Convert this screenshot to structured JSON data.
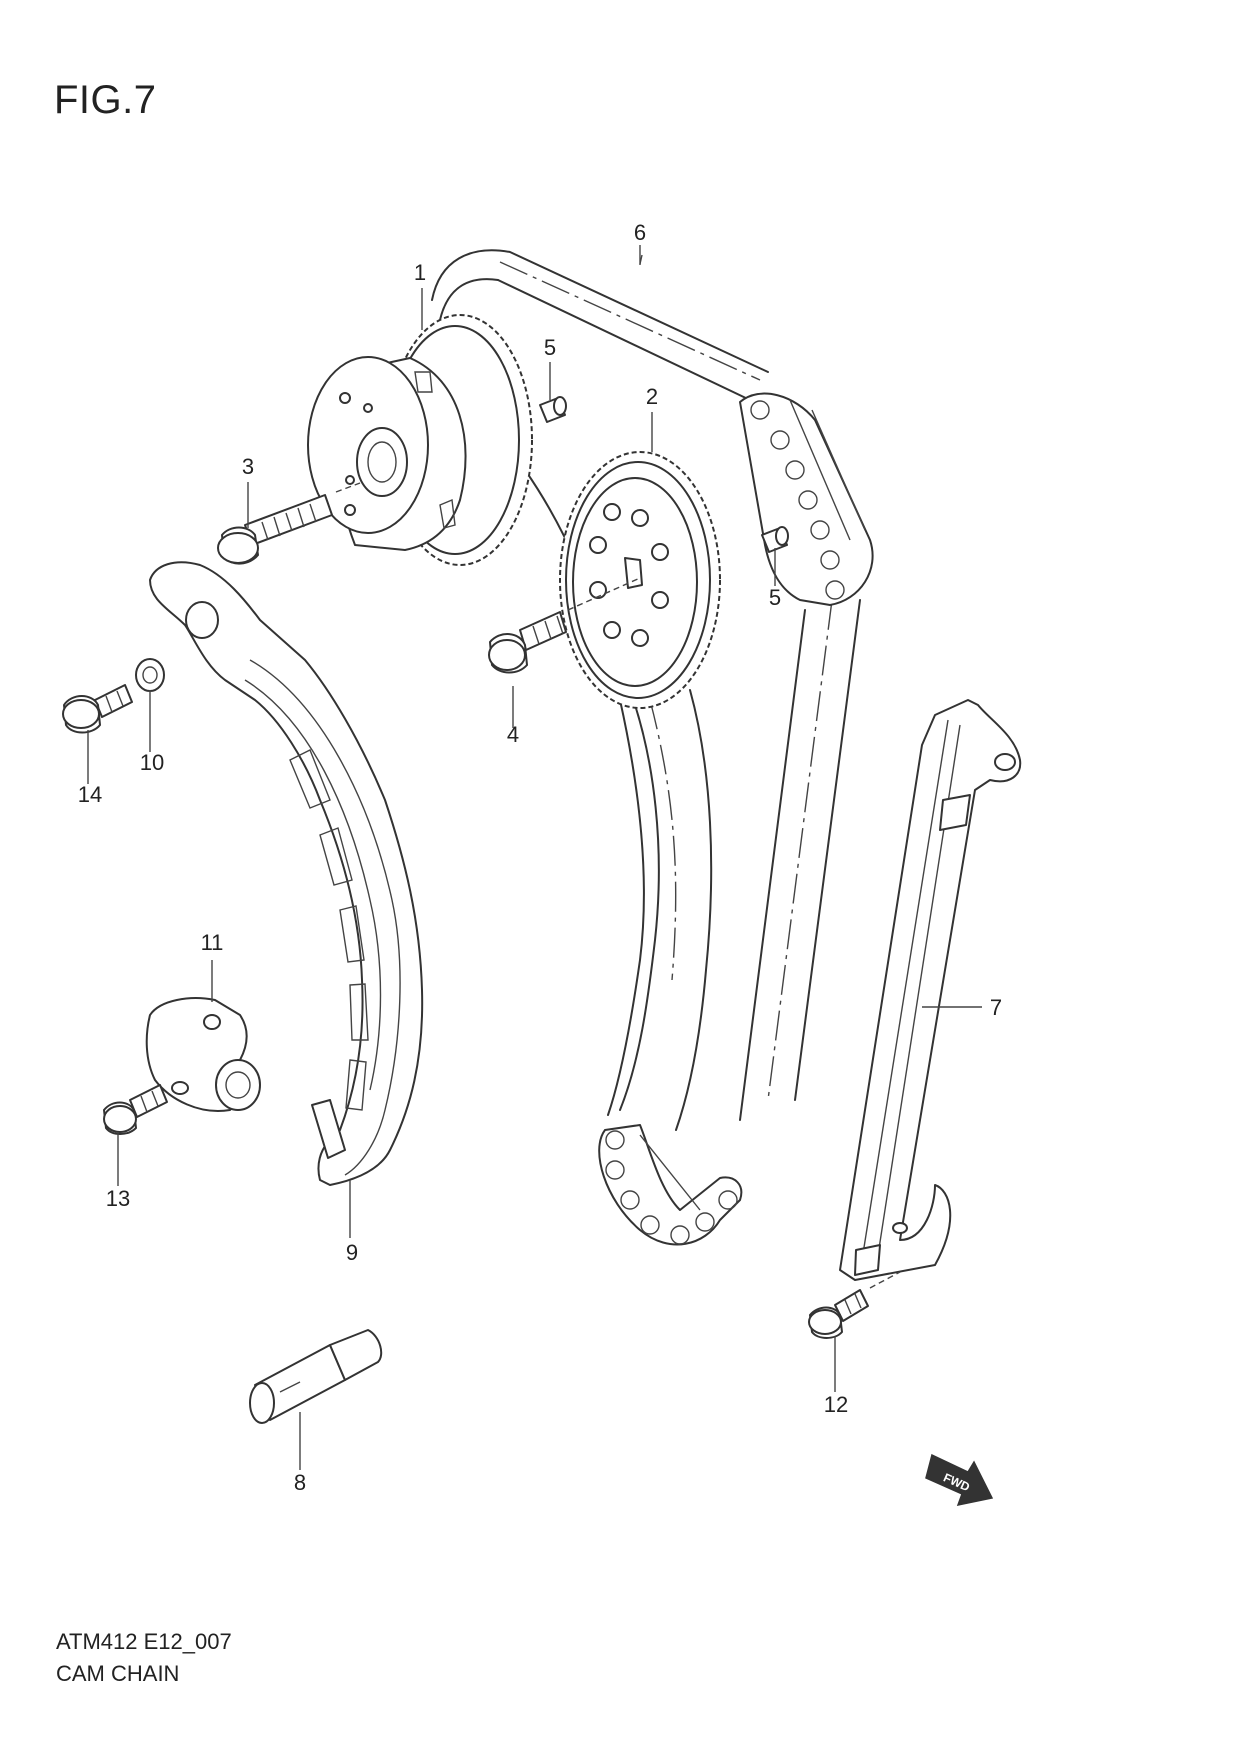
{
  "figure": {
    "title": "FIG.7",
    "code": "ATM412 E12_007",
    "name": "CAM CHAIN",
    "fwd_label": "FWD"
  },
  "callouts": [
    "1",
    "2",
    "3",
    "4",
    "5",
    "5",
    "6",
    "7",
    "8",
    "9",
    "10",
    "11",
    "12",
    "13",
    "14"
  ]
}
